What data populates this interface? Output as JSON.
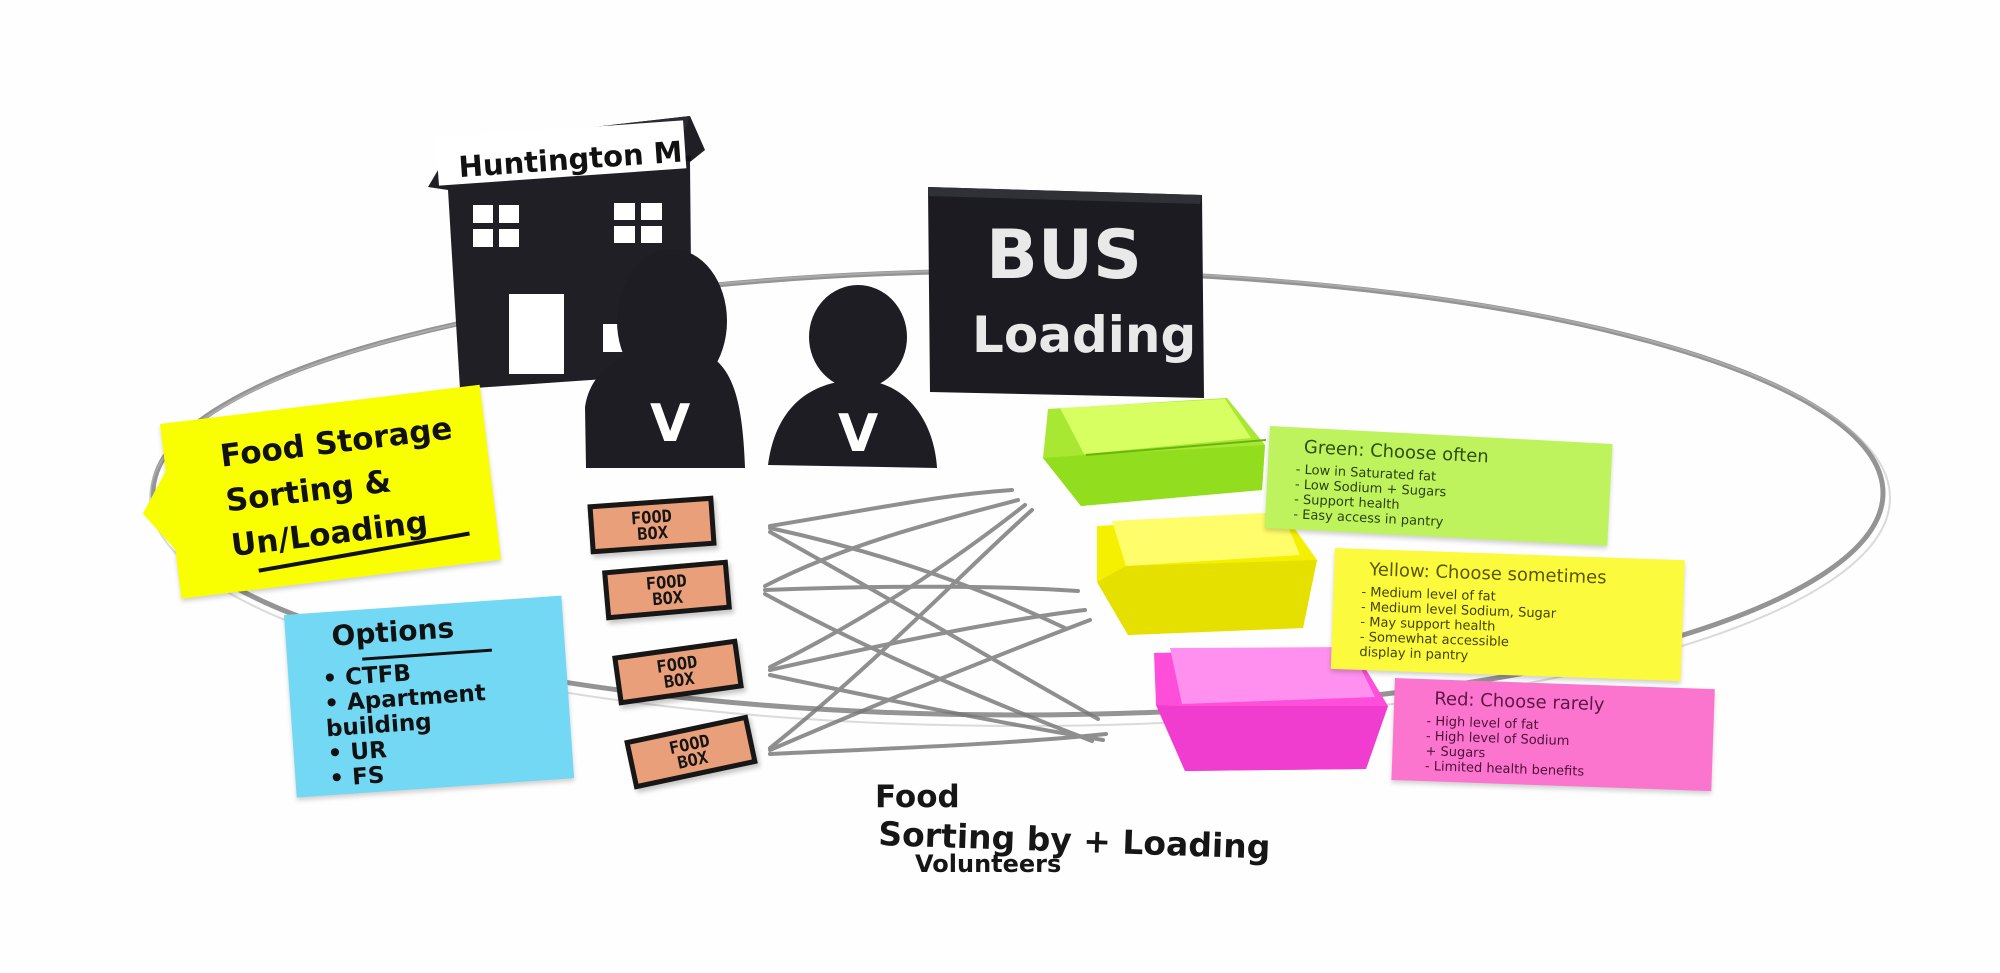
{
  "scene": {
    "building_sign": "Huntington M.",
    "bus_sign": {
      "line1": "BUS",
      "line2": "Loading"
    },
    "volunteer_mark": "V",
    "storage_note": {
      "lines": "Food Storage\nSorting &\nUn/Loading"
    },
    "options_note": {
      "title": "Options",
      "items": [
        "• CTFB",
        "• Apartment",
        "  building",
        "• UR",
        "• FS"
      ]
    },
    "food_boxes": [
      {
        "label": "FOOD\nBOX"
      },
      {
        "label": "FOOD\nBOX"
      },
      {
        "label": "FOOD\nBOX"
      },
      {
        "label": "FOOD\nBOX"
      }
    ],
    "sorting_caption": {
      "line1": "Food",
      "line2": "Sorting by + Loading",
      "line3": "Volunteers"
    },
    "category_notes": [
      {
        "title": "Green: Choose often",
        "items": [
          "- Low in Saturated fat",
          "- Low Sodium + Sugars",
          "- Support health",
          "- Easy access in pantry"
        ]
      },
      {
        "title": "Yellow: Choose sometimes",
        "items": [
          "- Medium level of fat",
          "- Medium level Sodium, Sugar",
          "- May support health",
          "- Somewhat accessible",
          "  display in pantry"
        ]
      },
      {
        "title": "Red: Choose rarely",
        "items": [
          "- High level of fat",
          "- High level of Sodium",
          "  + Sugars",
          "- Limited health benefits"
        ]
      }
    ]
  },
  "colors": {
    "green_note": "#bff35e",
    "yellow_note": "#fbfa3d",
    "pink_note": "#fb75cf",
    "cyan_note": "#72d8f3",
    "food_box": "#e99f79",
    "black_paper": "#1e1e24"
  }
}
